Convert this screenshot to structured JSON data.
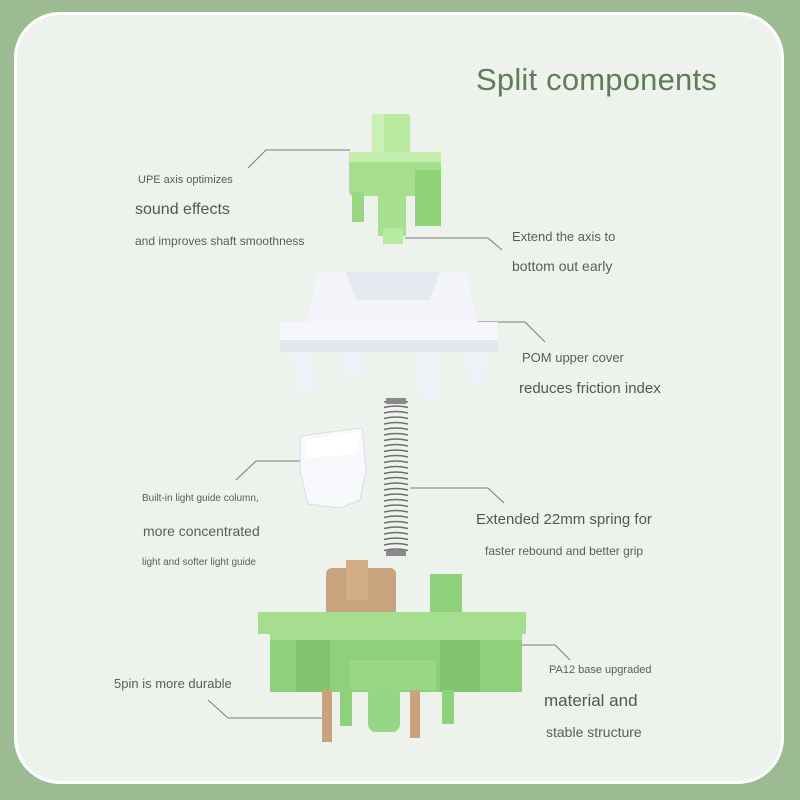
{
  "title": "Split components",
  "callouts": {
    "stem": {
      "line1": "UPE axis optimizes",
      "line2": "sound effects",
      "line3": "and improves shaft smoothness"
    },
    "axis": {
      "line1": "Extend the axis to",
      "line2": "bottom out early"
    },
    "cover": {
      "line1": "POM upper cover",
      "line2": "reduces friction index"
    },
    "light_guide": {
      "line1": "Built-in light guide column,",
      "line2": "more concentrated",
      "line3": "light and softer light guide"
    },
    "spring": {
      "line1": "Extended 22mm spring for",
      "line2": "faster rebound and better grip"
    },
    "pins": {
      "line1": "5pin is more durable"
    },
    "base": {
      "line1": "PA12 base upgraded",
      "line2": "material and",
      "line3": "stable structure"
    }
  },
  "colors": {
    "frame": "#9dbb93",
    "panel": "#eef2ec",
    "title": "#5f7d57",
    "stem_green": "#a6e08e",
    "base_green": "#8fd07a",
    "cover_white": "#f5f7fb",
    "pin_bronze": "#c9a27e"
  }
}
